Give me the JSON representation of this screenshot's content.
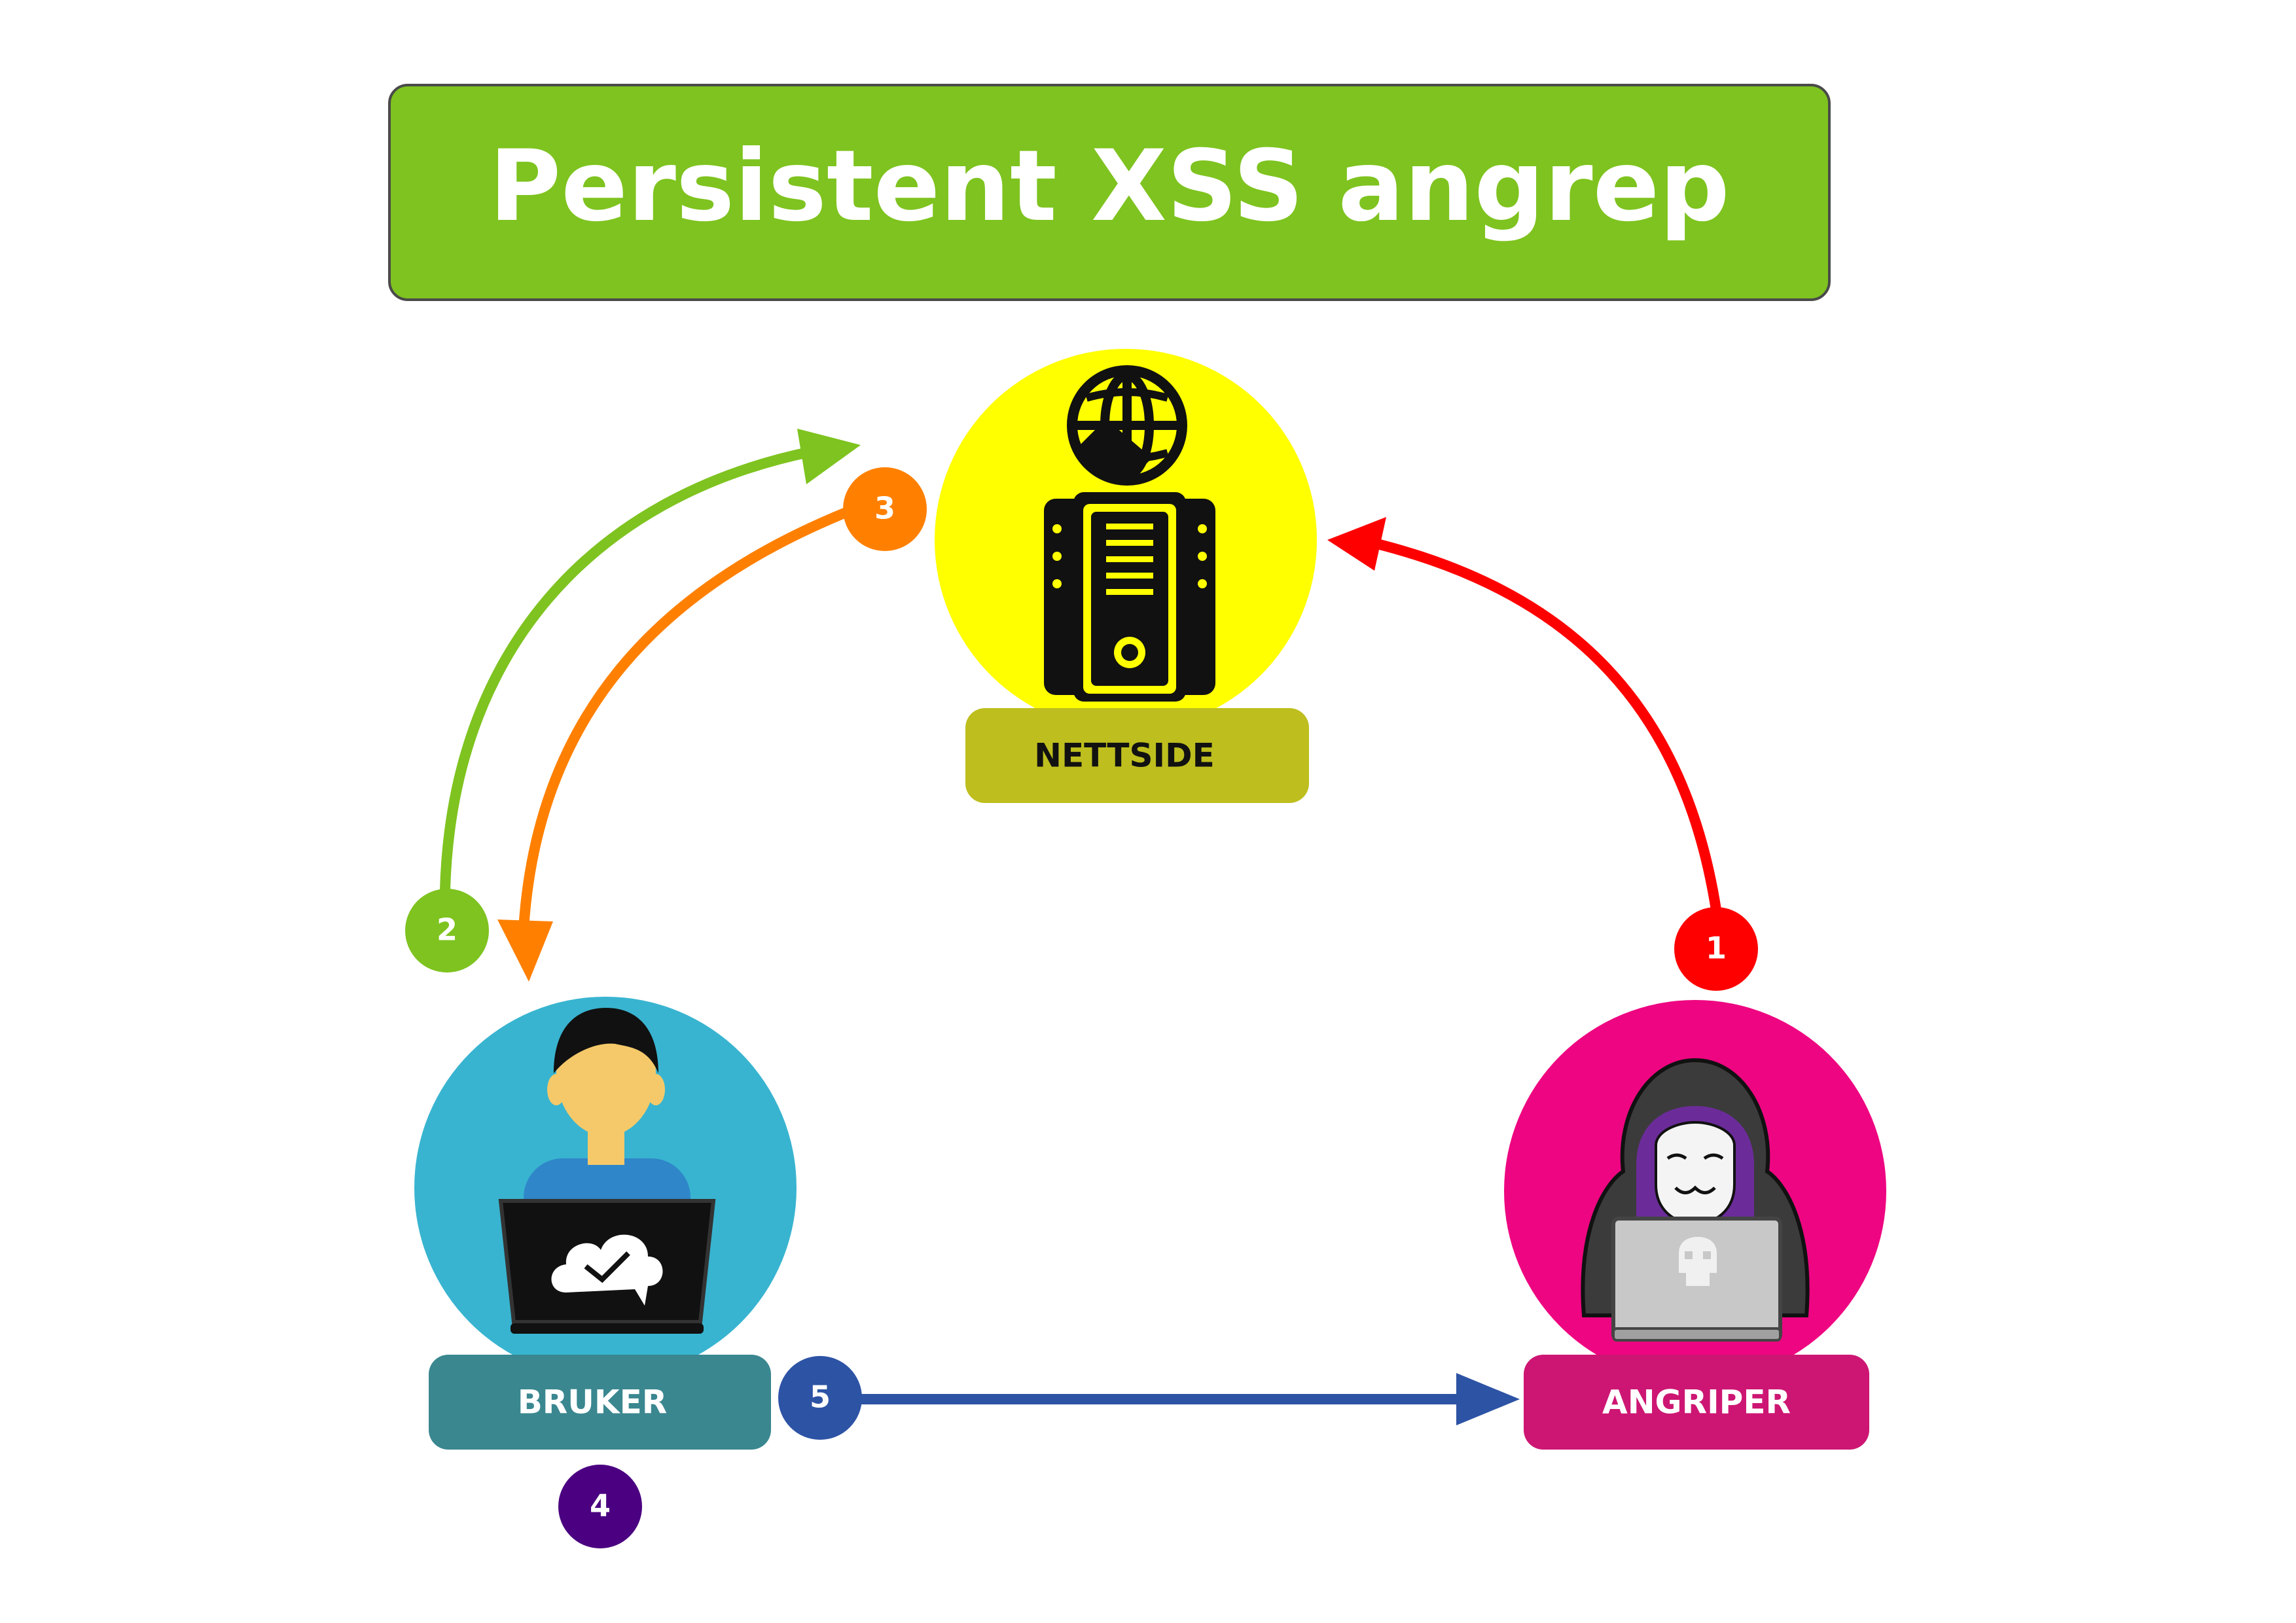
{
  "title": "Persistent XSS angrep",
  "nodes": {
    "server": {
      "label": "NETTSIDE"
    },
    "user": {
      "label": "BRUKER"
    },
    "attacker": {
      "label": "ANGRIPER"
    }
  },
  "steps": {
    "s1": "1",
    "s2": "2",
    "s3": "3",
    "s4": "4",
    "s5": "5"
  },
  "colors": {
    "title_bg": "#7EC31F",
    "server_circle": "#FFFF00",
    "server_label_bg": "#BEBE1E",
    "user_circle": "#38B4D0",
    "user_label_bg": "#3A8790",
    "attacker_circle": "#EE0581",
    "attacker_label_bg": "#CD1673",
    "step1": "#FF0000",
    "step2": "#7EC31F",
    "step3": "#FF8000",
    "step4": "#4A0080",
    "step5": "#2D53A5"
  }
}
